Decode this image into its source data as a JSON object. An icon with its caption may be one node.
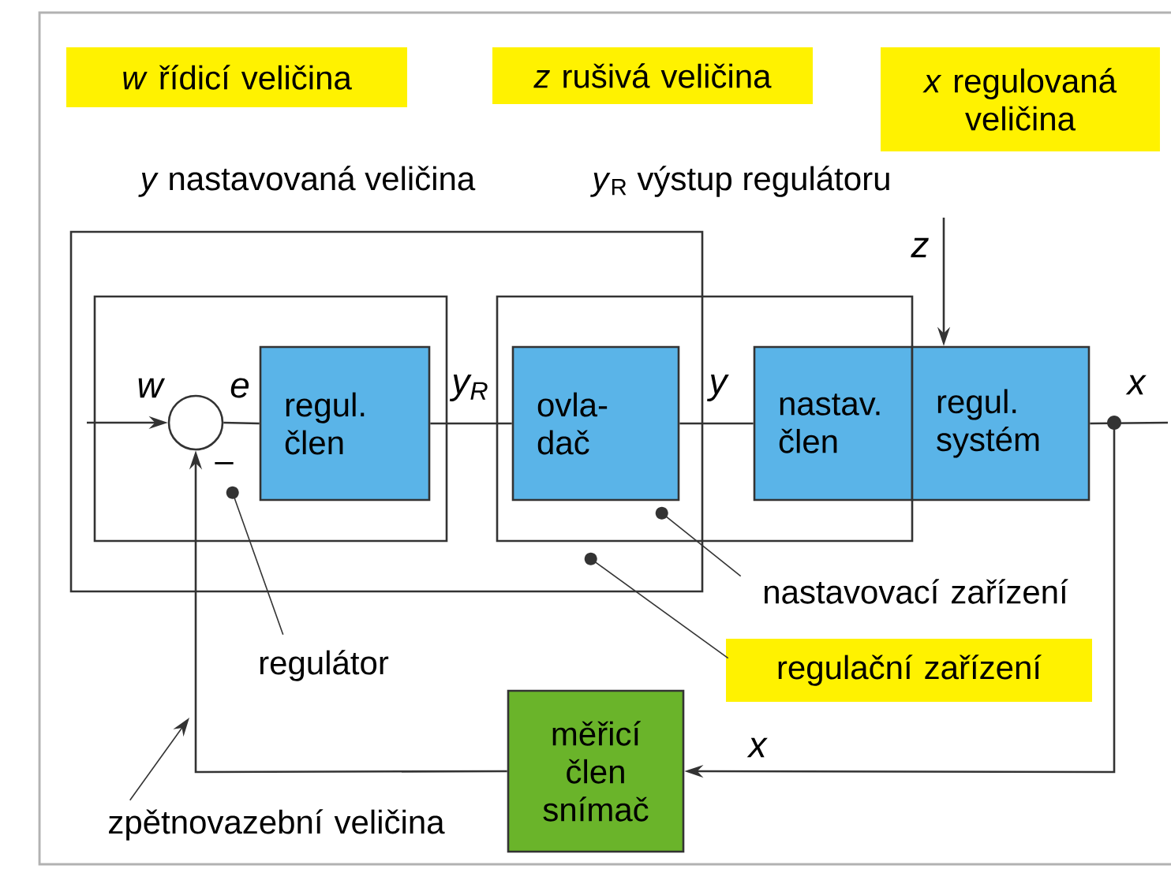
{
  "diagram": {
    "nodes": [
      {
        "text": [
          "*w* řídicí veličina"
        ]
      },
      {
        "text": [
          "*z* rušivá veličina"
        ]
      },
      {
        "text": [
          "*x* regulovaná veličina"
        ]
      },
      {
        "text": [],
        "shape": "box"
      },
      {
        "text": [],
        "shape": "box",
        "in": 3
      },
      {
        "text": [],
        "shape": "box"
      },
      {
        "text": [],
        "shape": "circle",
        "in": 4
      },
      {
        "text": [
          "regul. člen"
        ],
        "in": 4
      },
      {
        "text": [
          "ovla- dač"
        ]
      },
      {
        "text": [
          "nastav. člen"
        ],
        "in": 5
      },
      {
        "text": [
          "regul. systém"
        ]
      },
      {
        "text": [
          "měřicí člen snímač"
        ]
      },
      {
        "text": [
          "regulátor"
        ]
      },
      {
        "text": [
          "nastavovací zařízení"
        ]
      },
      {
        "text": [
          "regulační zařízení"
        ]
      },
      {
        "text": [
          "zpětnovazební veličina"
        ]
      }
    ],
    "edges": [
      {
        "from": null,
        "to": 6,
        "arrow": "to",
        "label": "w"
      },
      {
        "from": 6,
        "to": 7,
        "arrow": "none",
        "label": "e"
      },
      {
        "from": 7,
        "to": 8,
        "arrow": "none",
        "label": "*y*$_{R}$"
      },
      {
        "from": 8,
        "to": 9,
        "arrow": "none",
        "label": "y"
      },
      {
        "from": 10,
        "to": null,
        "arrow": "none",
        "label": "x"
      },
      {
        "from": null,
        "to": 10,
        "arrow": "to",
        "label": "z"
      },
      {
        "from": 10,
        "to": 11,
        "arrow": "to",
        "label": "x"
      },
      {
        "from": 11,
        "to": 6,
        "arrow": "to"
      },
      {
        "from": 12,
        "to": 4,
        "arrow": "other"
      },
      {
        "from": 13,
        "to": 5,
        "arrow": "other"
      },
      {
        "from": 14,
        "to": 3,
        "arrow": "other"
      },
      {
        "from": 15,
        "to": null,
        "arrow": "to"
      }
    ],
    "labels": [
      "*y* nastavovaná veličina",
      "*y*$_{R}$ výstup regulátoru",
      "–"
    ]
  }
}
